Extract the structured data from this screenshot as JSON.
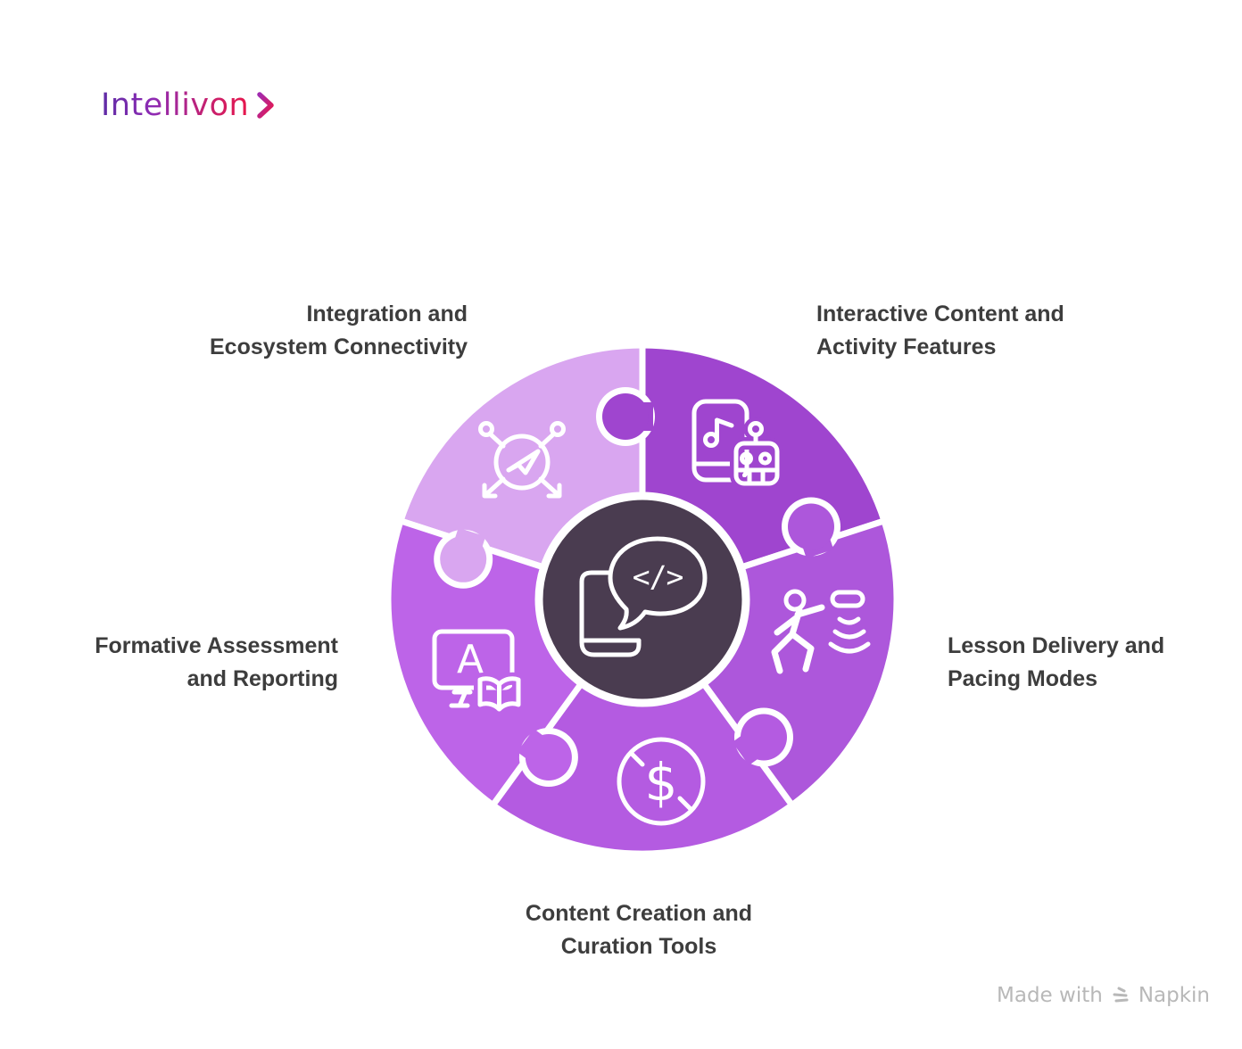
{
  "brand": {
    "name": "Intellivon",
    "gradient_start": "#5e2ca5",
    "gradient_end": "#e8174b"
  },
  "diagram": {
    "type": "puzzle-circle",
    "center_color": "#4a3c50",
    "center_icon": "phone-chat-code-icon",
    "center_code_symbol": "</>",
    "segments": [
      {
        "id": "integration",
        "position": "top-left",
        "label_line1": "Integration and",
        "label_line2": "Ecosystem Connectivity",
        "color": "#d9a6f0",
        "icon": "share-navigation-icon"
      },
      {
        "id": "interactive",
        "position": "top-right",
        "label_line1": "Interactive Content and",
        "label_line2": "Activity Features",
        "color": "#9f45cf",
        "icon": "phone-music-robot-icon"
      },
      {
        "id": "lesson",
        "position": "right",
        "label_line1": "Lesson Delivery and",
        "label_line2": "Pacing Modes",
        "color": "#ad57db",
        "icon": "running-person-signal-icon"
      },
      {
        "id": "content",
        "position": "bottom",
        "label_line1": "Content Creation and",
        "label_line2": "Curation Tools",
        "color": "#b45be1",
        "icon": "dollar-circle-icon",
        "icon_symbol": "$"
      },
      {
        "id": "formative",
        "position": "left",
        "label_line1": "Formative Assessment",
        "label_line2": "and Reporting",
        "color": "#bd64e8",
        "icon": "screen-letter-book-icon",
        "icon_letter": "A"
      }
    ]
  },
  "watermark": {
    "prefix": "Made with",
    "brand": "Napkin"
  }
}
